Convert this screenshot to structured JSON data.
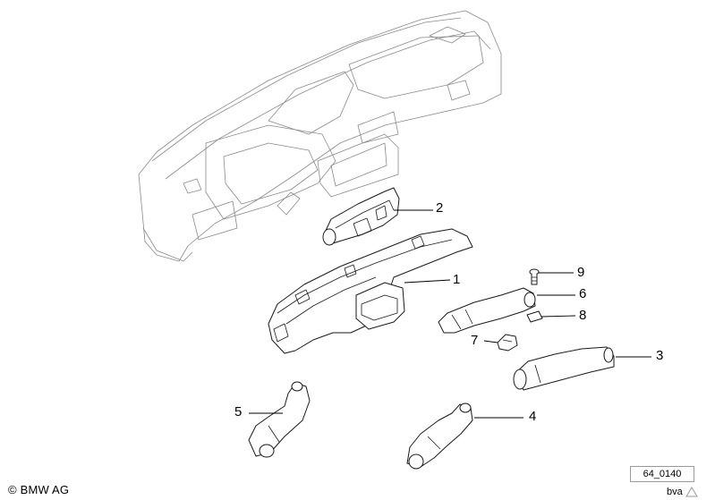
{
  "callouts": [
    {
      "id": "callout-1",
      "label": "1"
    },
    {
      "id": "callout-2",
      "label": "2"
    },
    {
      "id": "callout-3",
      "label": "3"
    },
    {
      "id": "callout-4",
      "label": "4"
    },
    {
      "id": "callout-5",
      "label": "5"
    },
    {
      "id": "callout-6",
      "label": "6"
    },
    {
      "id": "callout-7",
      "label": "7"
    },
    {
      "id": "callout-8",
      "label": "8"
    },
    {
      "id": "callout-9",
      "label": "9"
    }
  ],
  "footer": {
    "copyright": "© BMW AG",
    "drawing_number": "64_0140",
    "author": "bva"
  },
  "colors": {
    "line": "#1a1a1a",
    "faint": "#8a8a8a",
    "background": "#ffffff"
  }
}
